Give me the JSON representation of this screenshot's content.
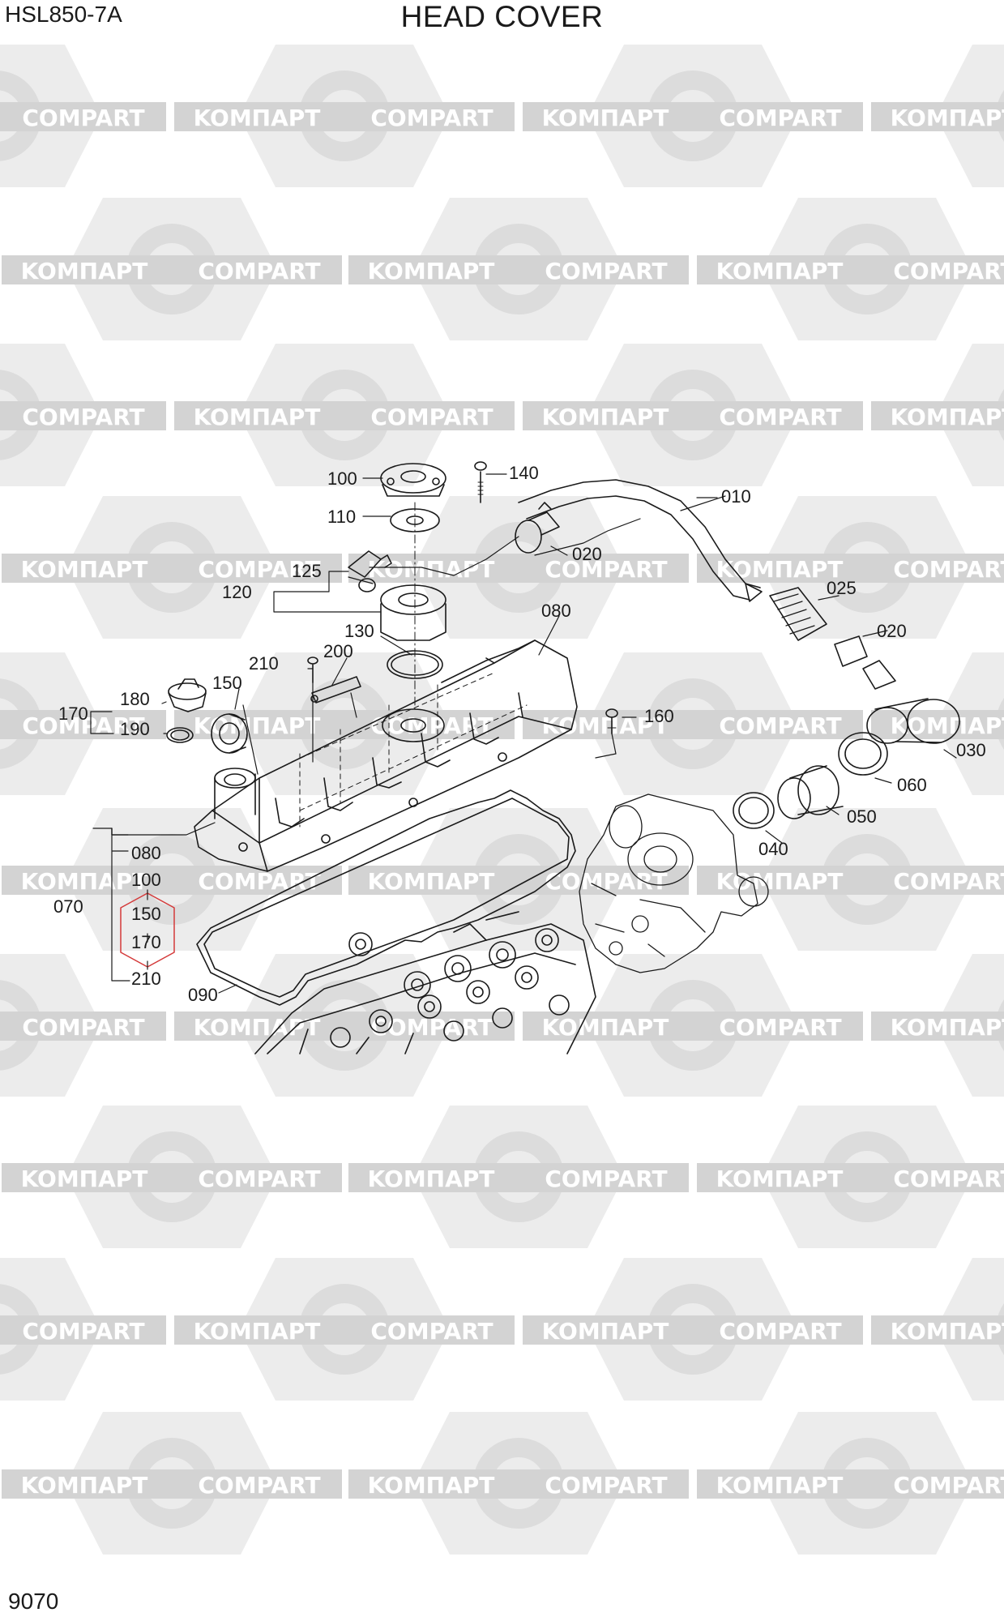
{
  "header": {
    "model": "HSL850-7A",
    "title": "HEAD COVER"
  },
  "footer": {
    "page_number": "9070"
  },
  "watermark": {
    "text_left": "KOMПАРТ",
    "text_right": "COMPART",
    "color": "#d3d3d3"
  },
  "callouts": {
    "p010": "010",
    "p020a": "020",
    "p020b": "020",
    "p025": "025",
    "p030": "030",
    "p040": "040",
    "p050": "050",
    "p060": "060",
    "p070": "070",
    "p080": "080",
    "p080k": "080",
    "p090": "090",
    "p100": "100",
    "p100k": "100",
    "p110": "110",
    "p120": "120",
    "p125": "125",
    "p130": "130",
    "p140": "140",
    "p150": "150",
    "p150k": "150",
    "p160": "160",
    "p170": "170",
    "p170k": "170",
    "p180": "180",
    "p190": "190",
    "p200": "200",
    "p210": "210",
    "p210k": "210"
  },
  "colors": {
    "line": "#1a1a1a",
    "highlight": "#d43a3a"
  }
}
